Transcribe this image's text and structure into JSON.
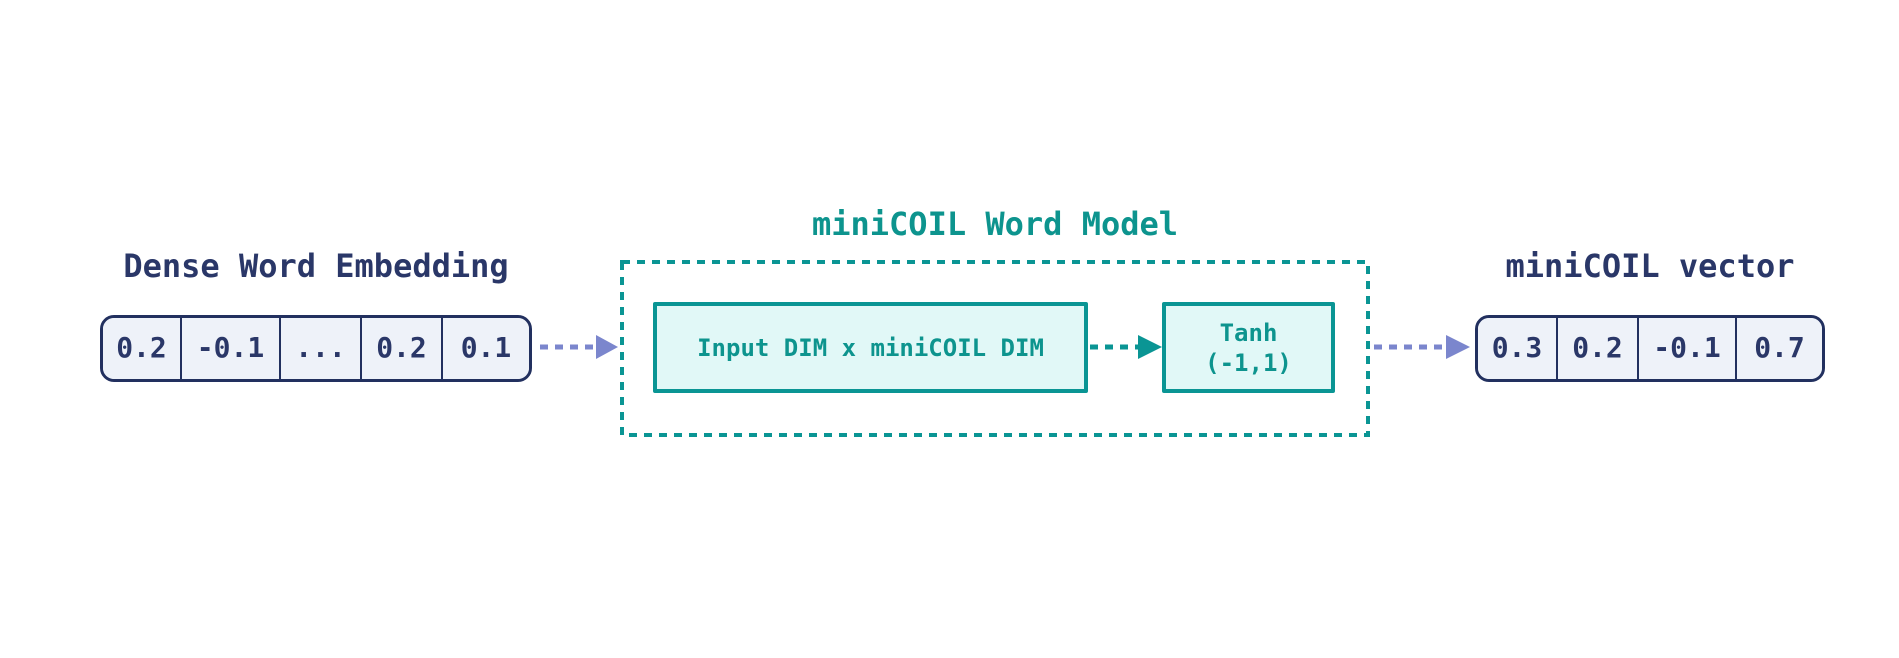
{
  "diagram": {
    "left_vector": {
      "label": "Dense Word Embedding",
      "cells": [
        "0.2",
        "-0.1",
        "...",
        "0.2",
        "0.1"
      ]
    },
    "model": {
      "title": "miniCOIL Word Model",
      "linear_box_label": "Input DIM x miniCOIL DIM",
      "tanh_box": {
        "line1": "Tanh",
        "line2": "(-1,1)"
      }
    },
    "right_vector": {
      "label": "miniCOIL vector",
      "cells": [
        "0.3",
        "0.2",
        "-0.1",
        "0.7"
      ]
    }
  },
  "colors": {
    "teal": "#0A9594",
    "teal_text": "#0D948E",
    "teal_fill": "#E1F8F7",
    "navy": "#22305F",
    "navy_text": "#2A3768",
    "cell_fill": "#EEF2F9",
    "arrow_purple": "#7B86CD",
    "bg": "#FFFFFF"
  }
}
